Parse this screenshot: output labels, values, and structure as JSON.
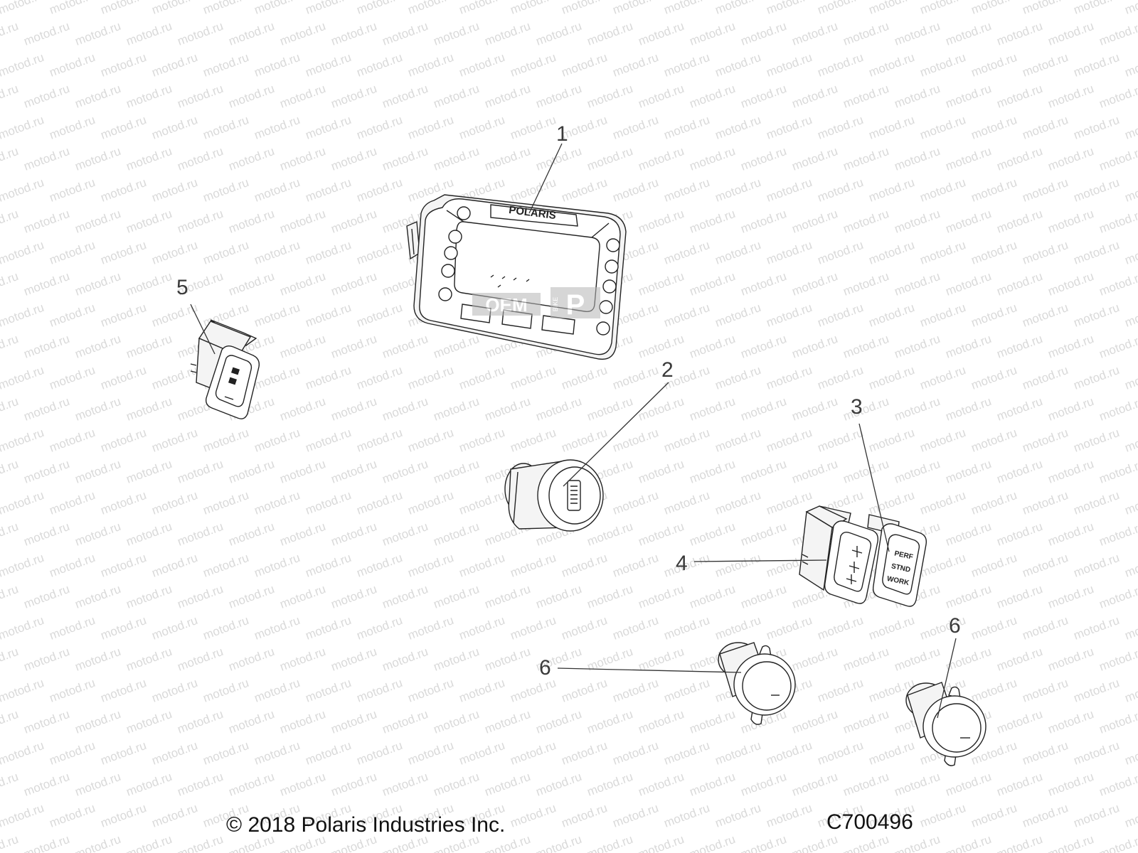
{
  "watermark": {
    "text": "motod.ru",
    "color": "#d9d9d9"
  },
  "overlay_logo": {
    "text_a": "OEM",
    "text_b": "P",
    "text_small": "BIKE",
    "color": "#8c8c8c"
  },
  "display": {
    "brand": "POLARIS"
  },
  "mode_switch": {
    "labels": [
      "PERF",
      "STND",
      "WORK"
    ]
  },
  "callouts": [
    {
      "id": "1",
      "label": "1"
    },
    {
      "id": "2",
      "label": "2"
    },
    {
      "id": "3",
      "label": "3"
    },
    {
      "id": "4",
      "label": "4"
    },
    {
      "id": "5",
      "label": "5"
    },
    {
      "id": "6a",
      "label": "6"
    },
    {
      "id": "6b",
      "label": "6"
    }
  ],
  "footer": {
    "copyright": "© 2018 Polaris Industries Inc.",
    "diagram_code": "C700496"
  }
}
